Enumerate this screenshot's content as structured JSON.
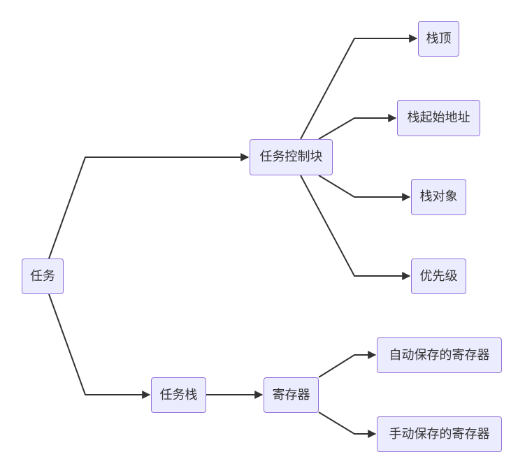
{
  "diagram": {
    "type": "flowchart",
    "direction": "left-to-right",
    "colors": {
      "node_fill": "#ececff",
      "node_border": "#9370db",
      "edge": "#333333",
      "text": "#333333"
    },
    "nodes": {
      "task": "任务",
      "tcb": "任务控制块",
      "task_stack": "任务栈",
      "stack_top": "栈顶",
      "stack_start": "栈起始地址",
      "stack_object": "栈对象",
      "priority": "优先级",
      "registers": "寄存器",
      "auto_saved": "自动保存的寄存器",
      "manual_saved": "手动保存的寄存器"
    },
    "edges": [
      [
        "task",
        "tcb"
      ],
      [
        "task",
        "task_stack"
      ],
      [
        "tcb",
        "stack_top"
      ],
      [
        "tcb",
        "stack_start"
      ],
      [
        "tcb",
        "stack_object"
      ],
      [
        "tcb",
        "priority"
      ],
      [
        "task_stack",
        "registers"
      ],
      [
        "registers",
        "auto_saved"
      ],
      [
        "registers",
        "manual_saved"
      ]
    ]
  }
}
